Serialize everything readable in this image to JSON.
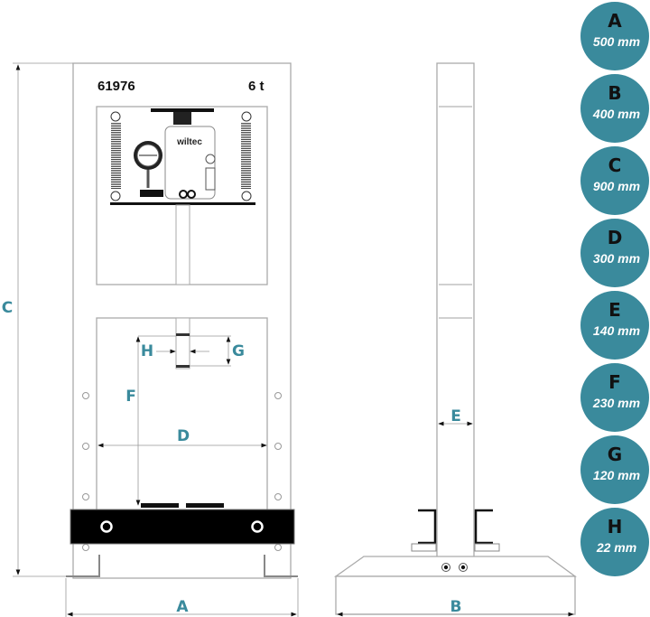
{
  "header": {
    "model": "61976",
    "capacity": "6 t",
    "brand": "wiltec"
  },
  "dimension_labels": {
    "A": "A",
    "B": "B",
    "C": "C",
    "D": "D",
    "E": "E",
    "F": "F",
    "G": "G",
    "H": "H"
  },
  "legend": [
    {
      "letter": "A",
      "value": "500 mm"
    },
    {
      "letter": "B",
      "value": "400 mm"
    },
    {
      "letter": "C",
      "value": "900 mm"
    },
    {
      "letter": "D",
      "value": "300 mm"
    },
    {
      "letter": "E",
      "value": "140 mm"
    },
    {
      "letter": "F",
      "value": "230 mm"
    },
    {
      "letter": "G",
      "value": "120 mm"
    },
    {
      "letter": "H",
      "value": "22 mm"
    }
  ],
  "colors": {
    "accent": "#3a8a9c"
  }
}
